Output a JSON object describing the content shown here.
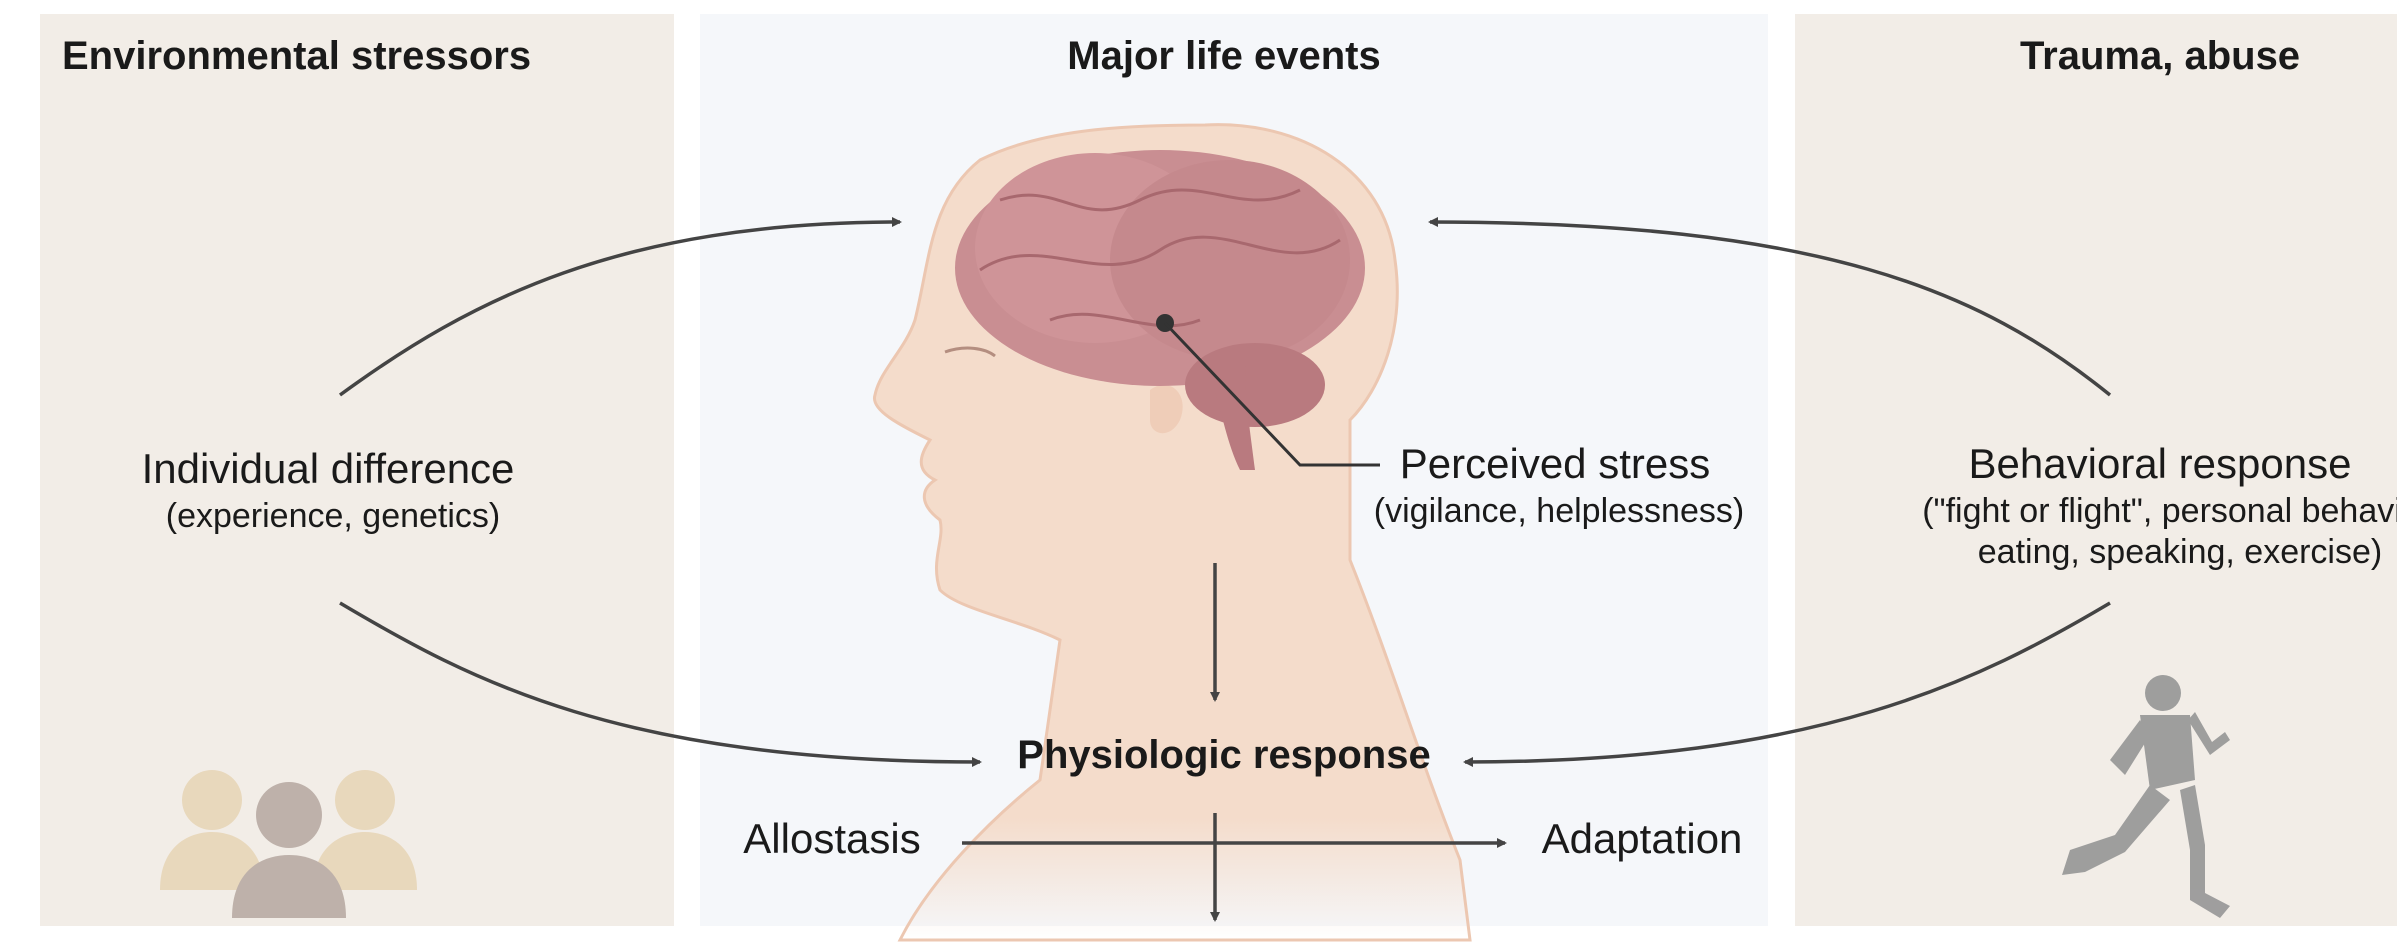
{
  "panels": {
    "left": {
      "title": "Environmental stressors"
    },
    "center": {
      "title": "Major life events"
    },
    "right": {
      "title": "Trauma, abuse"
    }
  },
  "nodes": {
    "individual": {
      "label": "Individual difference",
      "sub": "(experience, genetics)"
    },
    "perceived": {
      "label": "Perceived stress",
      "sub": "(vigilance, helplessness)"
    },
    "behavioral": {
      "label": "Behavioral response",
      "sub_line1": "(\"fight or flight\", personal behavi",
      "sub_line2": "eating, speaking, exercise)"
    },
    "physiologic": {
      "label": "Physiologic response"
    },
    "allostasis": {
      "label": "Allostasis"
    },
    "adaptation": {
      "label": "Adaptation"
    }
  },
  "colors": {
    "panel_side": "#f2ede7",
    "panel_center": "#f5f7fa",
    "arrow": "#444444",
    "brain": "#c98e92",
    "skin": "#f4dccb"
  },
  "icons": [
    "dna-people-icon",
    "head-brain-illustration",
    "runner-icon"
  ]
}
